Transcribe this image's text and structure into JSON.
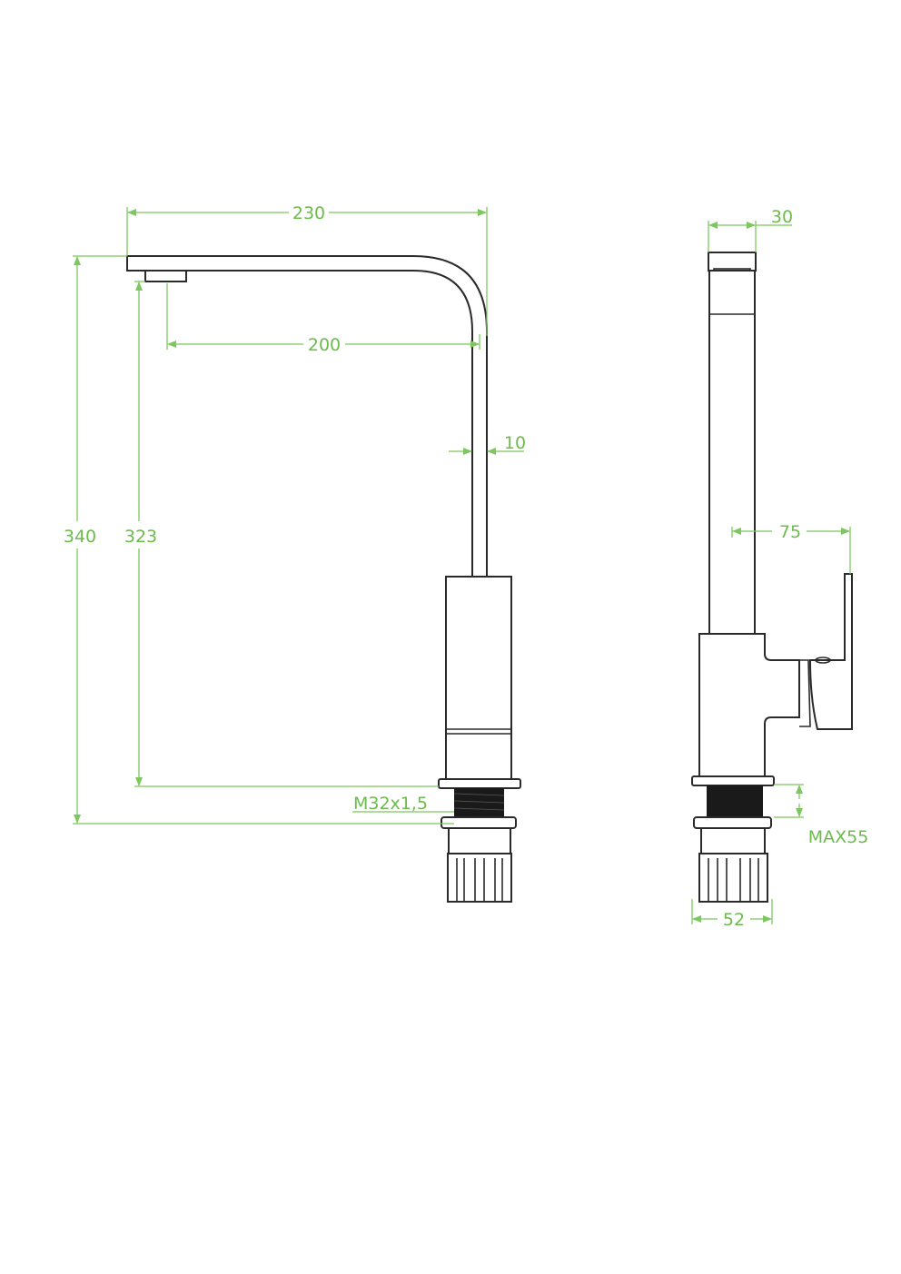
{
  "title": "Kitchen faucet dimension drawing",
  "colors": {
    "dimension": "#7cc85e",
    "outline": "#2a2a2a",
    "background": "#ffffff"
  },
  "front_view": {
    "spout_reach_total": "230",
    "spout_reach_outlet": "200",
    "tube_thickness": "10",
    "total_height": "340",
    "outlet_height": "323",
    "thread_spec": "M32x1,5"
  },
  "side_view": {
    "spout_width": "30",
    "lever_offset": "75",
    "max_counter_thickness": "MAX55",
    "base_diameter": "52"
  }
}
